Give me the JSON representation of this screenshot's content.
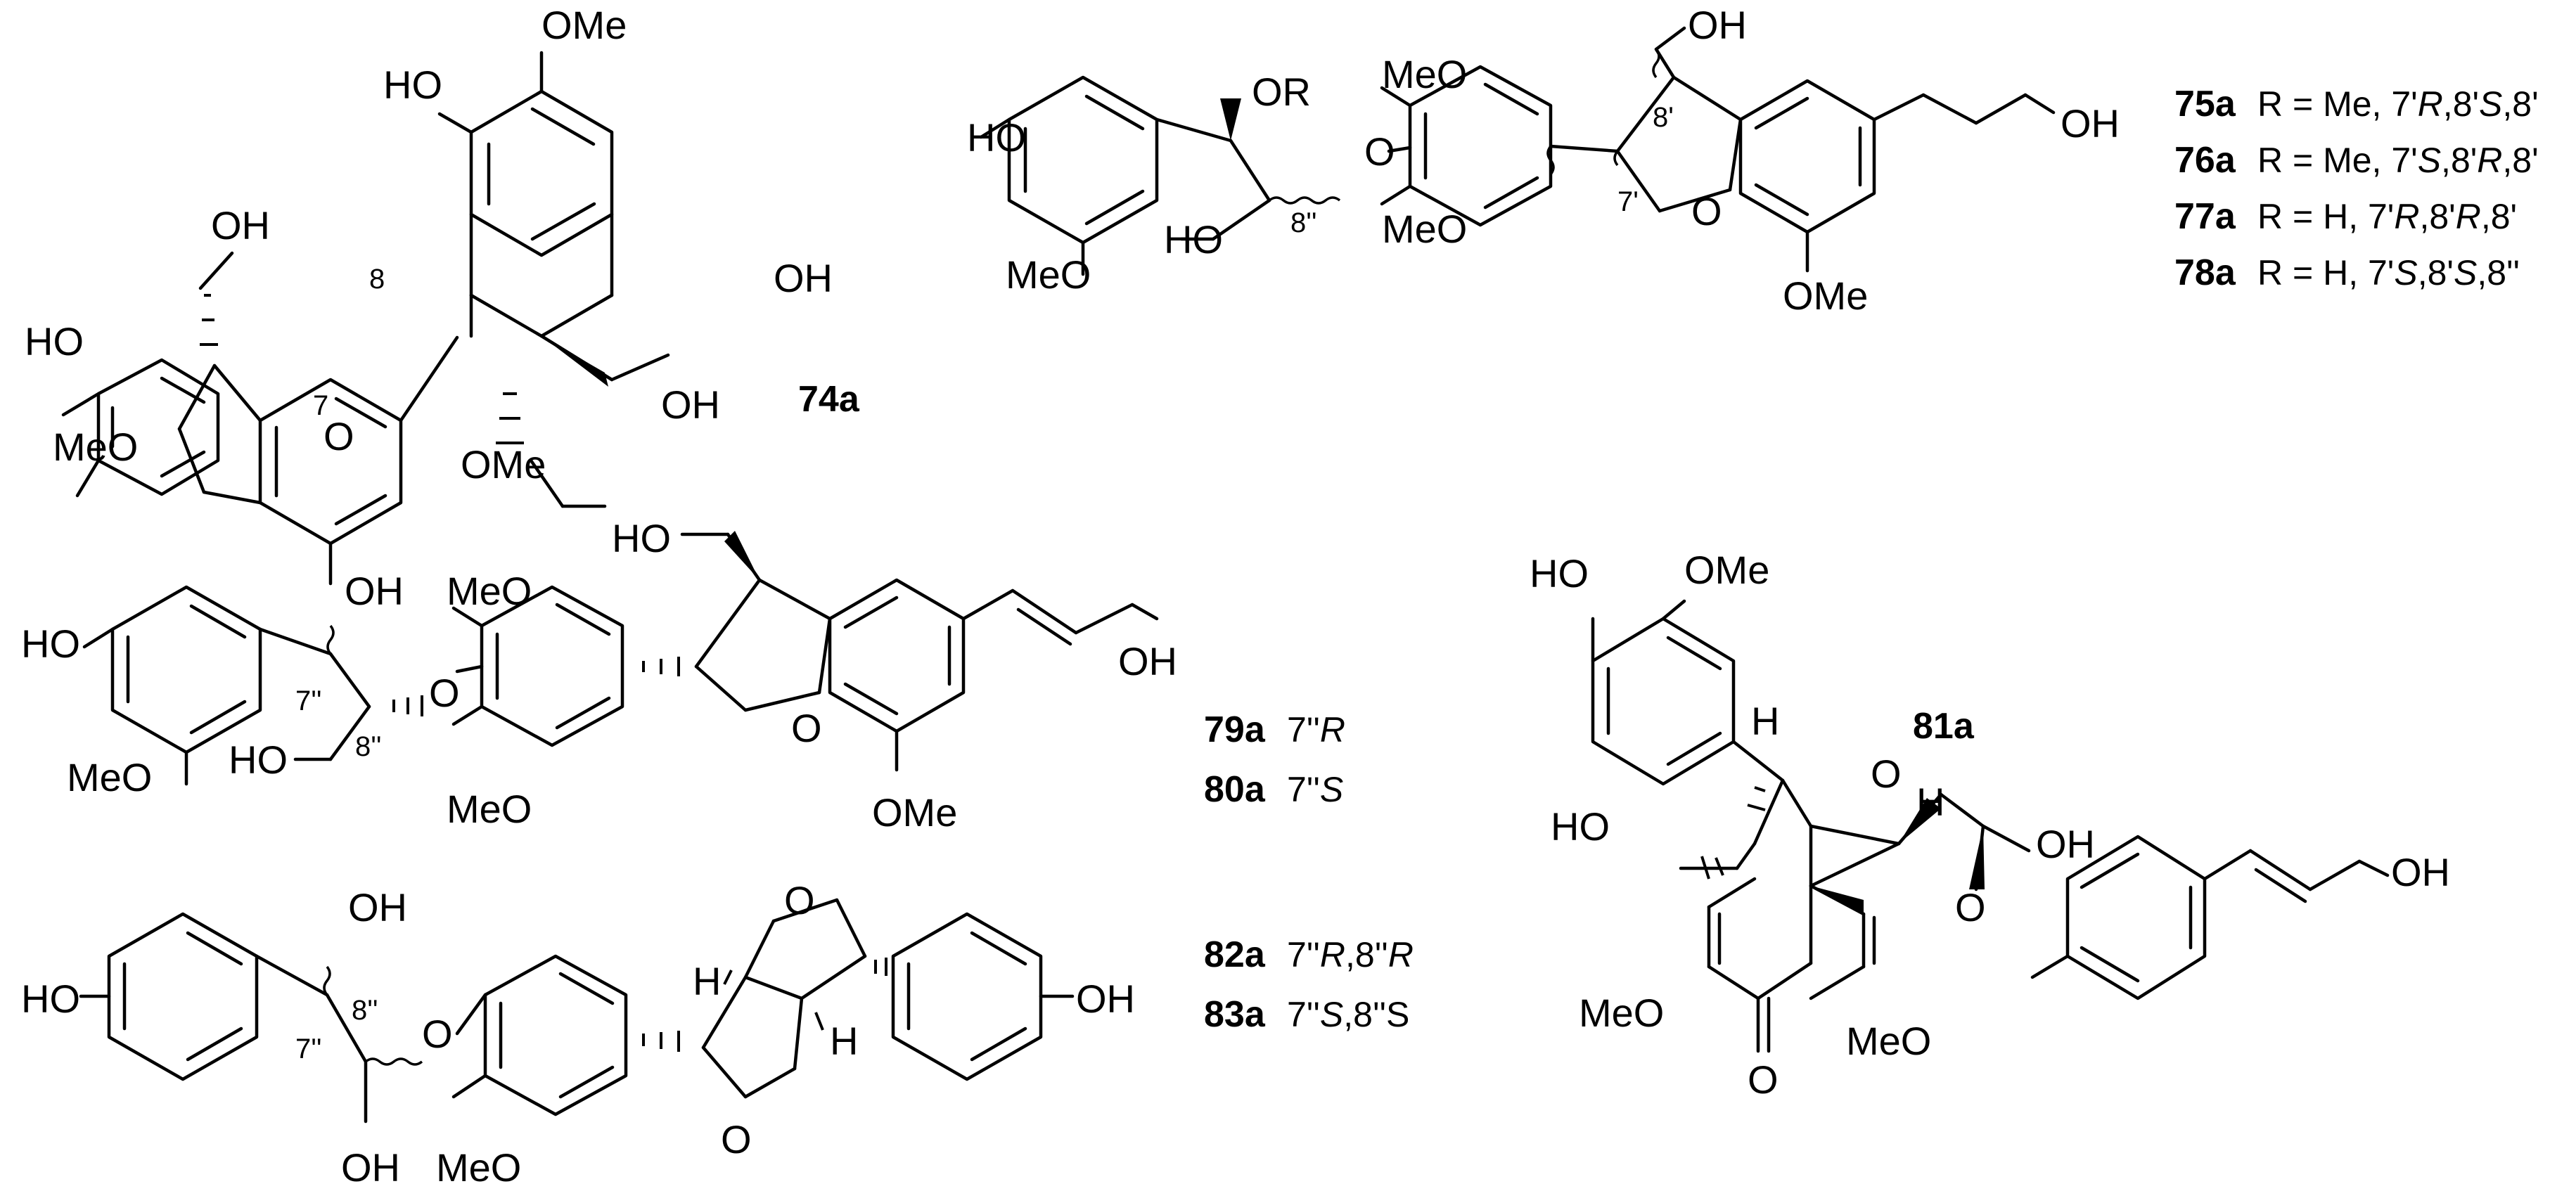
{
  "atoms": {
    "OMe": "OMe",
    "MeO": "MeO",
    "HO": "HO",
    "OH": "OH",
    "O": "O",
    "OR": "OR",
    "H": "H"
  },
  "locants": {
    "c7": "7",
    "c8": "8",
    "c7p": "7'",
    "c8p": "8'",
    "c7pp": "7''",
    "c8pp": "8''"
  },
  "compounds": {
    "c74a": "74a",
    "c75a": "75a",
    "c76a": "76a",
    "c77a": "77a",
    "c78a": "78a",
    "c79a": "79a",
    "c80a": "80a",
    "c81a": "81a",
    "c82a": "82a",
    "c83a": "83a"
  },
  "configs": {
    "c75a": [
      "R = Me, 7'",
      "R",
      ",8'",
      "S",
      ",8'"
    ],
    "c76a": [
      "R = Me, 7'",
      "S",
      ",8'",
      "R",
      ",8'"
    ],
    "c77a": [
      "R = H,   7'",
      "R",
      ",8'",
      "R",
      ",8'"
    ],
    "c78a": [
      "R = H,   7'",
      "S",
      ",8'",
      "S",
      ",8''"
    ],
    "c79a": [
      "7''",
      "R"
    ],
    "c80a": [
      "7''",
      "S"
    ],
    "c82a": [
      "7''",
      "R",
      ",8''",
      "R"
    ],
    "c83a": [
      "7''",
      "S",
      ",8''S"
    ]
  }
}
